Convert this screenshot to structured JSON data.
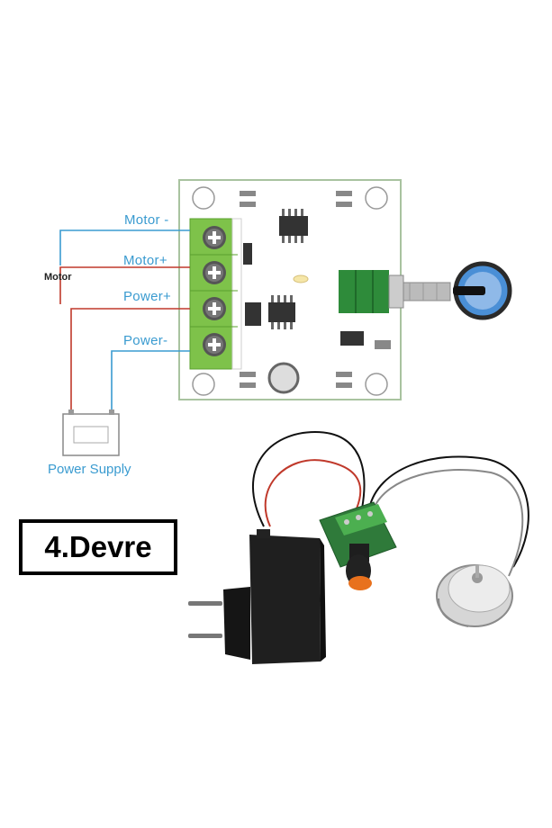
{
  "diagram": {
    "terminals": {
      "motor_minus": "Motor -",
      "motor_plus": "Motor+",
      "power_plus": "Power+",
      "power_minus": "Power-"
    },
    "motor_label": "Motor",
    "power_supply_label": "Power Supply"
  },
  "photo_caption": "4.Devre",
  "colors": {
    "wire_blue": "#3a9bd0",
    "wire_red": "#c0392b",
    "terminal_green": "#7ec24a",
    "knob_blue": "#4a8fd6",
    "pot_green": "#2e8b3a"
  }
}
